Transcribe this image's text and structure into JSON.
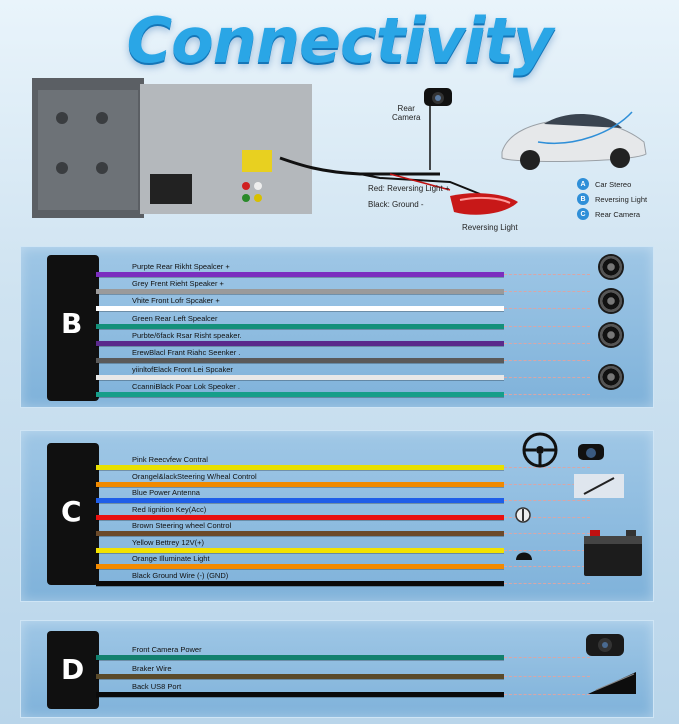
{
  "title": "Connectivity",
  "top": {
    "rear_camera_label": "Rear\nCamera",
    "red_wire_label": "Red: Reversing Light +",
    "black_wire_label": "Black: Ground -",
    "reversing_light_label": "Reversing Light",
    "legend": [
      {
        "badge": "A",
        "label": "Car Stereo"
      },
      {
        "badge": "B",
        "label": "Reversing Light"
      },
      {
        "badge": "C",
        "label": "Rear Camera"
      }
    ]
  },
  "panels": [
    {
      "letter": "B",
      "wires": [
        {
          "label": "Purpte Rear Rikht Spealcer +",
          "color": "#7b2fbf"
        },
        {
          "label": "Grey Frent Rieht Speaker +",
          "color": "#9a9a9a"
        },
        {
          "label": "Vhite Front Lofr Spcaker +",
          "color": "#ffffff"
        },
        {
          "label": "Green Rear Left Spealcer",
          "color": "#14907a"
        },
        {
          "label": "Purbte/6fack Rsar Risht speaker.",
          "color": "#5a2a8c"
        },
        {
          "label": "ErewBlacl Frant Riahc Seenker .",
          "color": "#5a5a5a"
        },
        {
          "label": "yiinltofElack Front Lei Spcaker",
          "color": "#e8e8e8"
        },
        {
          "label": "CcanniBlack Poar Lok Speoker .",
          "color": "#169e8a"
        }
      ]
    },
    {
      "letter": "C",
      "wires": [
        {
          "label": "Pink Reecvfew Contral",
          "color": "#e8e000"
        },
        {
          "label": "Orangel&lackSteering W/heal Control",
          "color": "#f08a00"
        },
        {
          "label": "Blue Power Antenna",
          "color": "#1f5ee8"
        },
        {
          "label": "Red Iignition Key(Acc)",
          "color": "#e81010"
        },
        {
          "label": "Brown Steering wheel Control",
          "color": "#6b4a2a"
        },
        {
          "label": "Yellow Bettrey 12V(+)",
          "color": "#f2e200"
        },
        {
          "label": "Orange Illuminate Light",
          "color": "#f28a00"
        },
        {
          "label": "Black Ground Wire (-) (GND)",
          "color": "#0a0a0a"
        }
      ]
    },
    {
      "letter": "D",
      "wires": [
        {
          "label": "Front Camera Power",
          "color": "#12806e"
        },
        {
          "label": "Braker Wire",
          "color": "#5a4a2a"
        },
        {
          "label": "Back US8 Port",
          "color": "#0a0a0a"
        }
      ]
    }
  ]
}
